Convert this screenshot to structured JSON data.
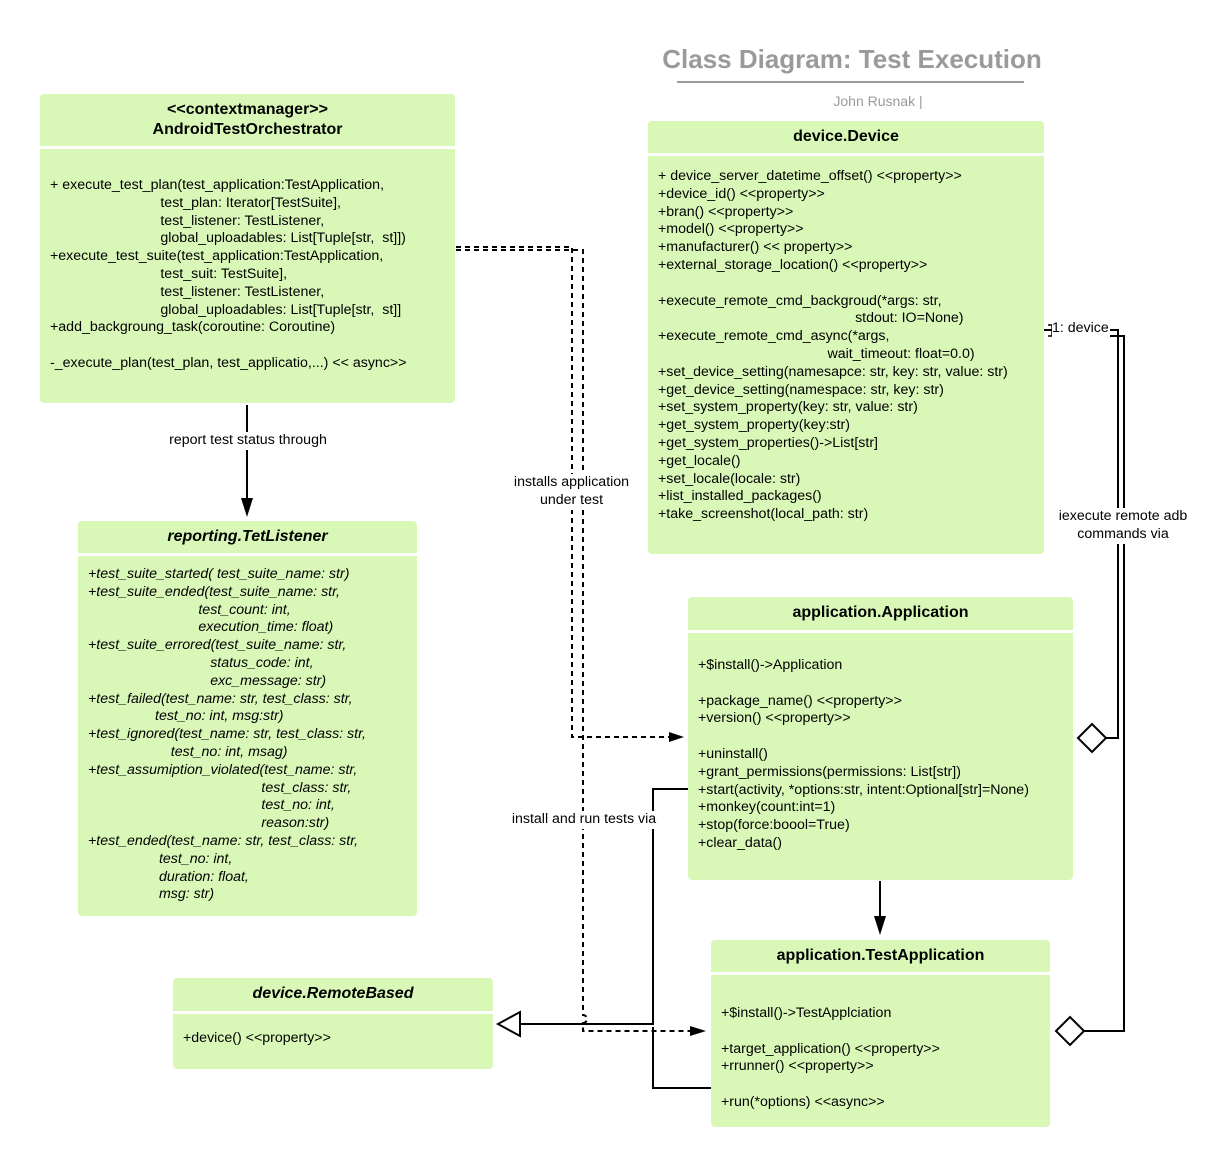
{
  "header": {
    "title": "Class Diagram: Test Execution",
    "author": "John Rusnak  |"
  },
  "classes": {
    "orchestrator": {
      "stereotype": "<<contextmanager>>",
      "name": "AndroidTestOrchestrator",
      "members": [
        "+ execute_test_plan(test_application:TestApplication,",
        "                            test_plan: Iterator[TestSuite],",
        "                            test_listener: TestListener,",
        "                            global_uploadables: List[Tuple[str,  st]])",
        "+execute_test_suite(test_application:TestApplication,",
        "                            test_suit: TestSuite],",
        "                            test_listener: TestListener,",
        "                            global_uploadables: List[Tuple[str,  st]]",
        "+add_backgroung_task(coroutine: Coroutine)",
        "",
        "-_execute_plan(test_plan, test_applicatio,...) << async>>"
      ]
    },
    "listener": {
      "name": "reporting.TetListener",
      "members": [
        "+test_suite_started( test_suite_name: str)",
        "+test_suite_ended(test_suite_name: str,",
        "                            test_count: int,",
        "                            execution_time: float)",
        "+test_suite_errored(test_suite_name: str,",
        "                               status_code: int,",
        "                               exc_message: str)",
        "+test_failed(test_name: str, test_class: str,",
        "                 test_no: int, msg:str)",
        "+test_ignored(test_name: str, test_class: str,",
        "                     test_no: int, msag)",
        "+test_assumiption_violated(test_name: str,",
        "                                            test_class: str,",
        "                                            test_no: int,",
        "                                            reason:str)",
        "+test_ended(test_name: str, test_class: str,",
        "                  test_no: int,",
        "                  duration: float,",
        "                  msg: str)"
      ]
    },
    "remote_based": {
      "name": "device.RemoteBased",
      "members": [
        "+device() <<property>>"
      ]
    },
    "device": {
      "name": "device.Device",
      "members": [
        "+ device_server_datetime_offset() <<property>>",
        "+device_id() <<property>>",
        "+bran() <<property>>",
        "+model() <<property>>",
        "+manufacturer() << property>>",
        "+external_storage_location() <<property>>",
        "",
        "+execute_remote_cmd_backgroud(*args: str,",
        "                                                  stdout: IO=None)",
        "+execute_remote_cmd_async(*args,",
        "                                           wait_timeout: float=0.0)",
        "+set_device_setting(namesapce: str, key: str, value: str)",
        "+get_device_setting(namespace: str, key: str)",
        "+set_system_property(key: str, value: str)",
        "+get_system_property(key:str)",
        "+get_system_properties()->List[str]",
        "+get_locale()",
        "+set_locale(locale: str)",
        "+list_installed_packages()",
        "+take_screenshot(local_path: str)"
      ]
    },
    "application": {
      "name": "application.Application",
      "members": [
        "+$install()->Application",
        "",
        "+package_name() <<property>>",
        "+version() <<property>>",
        "",
        "+uninstall()",
        "+grant_permissions(permissions: List[str])",
        "+start(activity, *options:str, intent:Optional[str]=None)",
        "+monkey(count:int=1)",
        "+stop(force:boool=True)",
        "+clear_data()"
      ]
    },
    "test_application": {
      "name": "application.TestApplication",
      "members": [
        "+$install()->TestApplciation",
        "",
        "+target_application() <<property>>",
        "+rrunner() <<property>>",
        "",
        "+run(*options) <<async>>"
      ]
    }
  },
  "labels": {
    "report_status": "report test status through",
    "installs_app": "installs application\nunder test",
    "install_run": "install and run tests via",
    "execute_adb": "iexecute remote adb\ncommands via",
    "device_role": "1: device"
  },
  "colors": {
    "class_fill": "#d9f8b8",
    "title_gray": "#9a9a9a"
  }
}
